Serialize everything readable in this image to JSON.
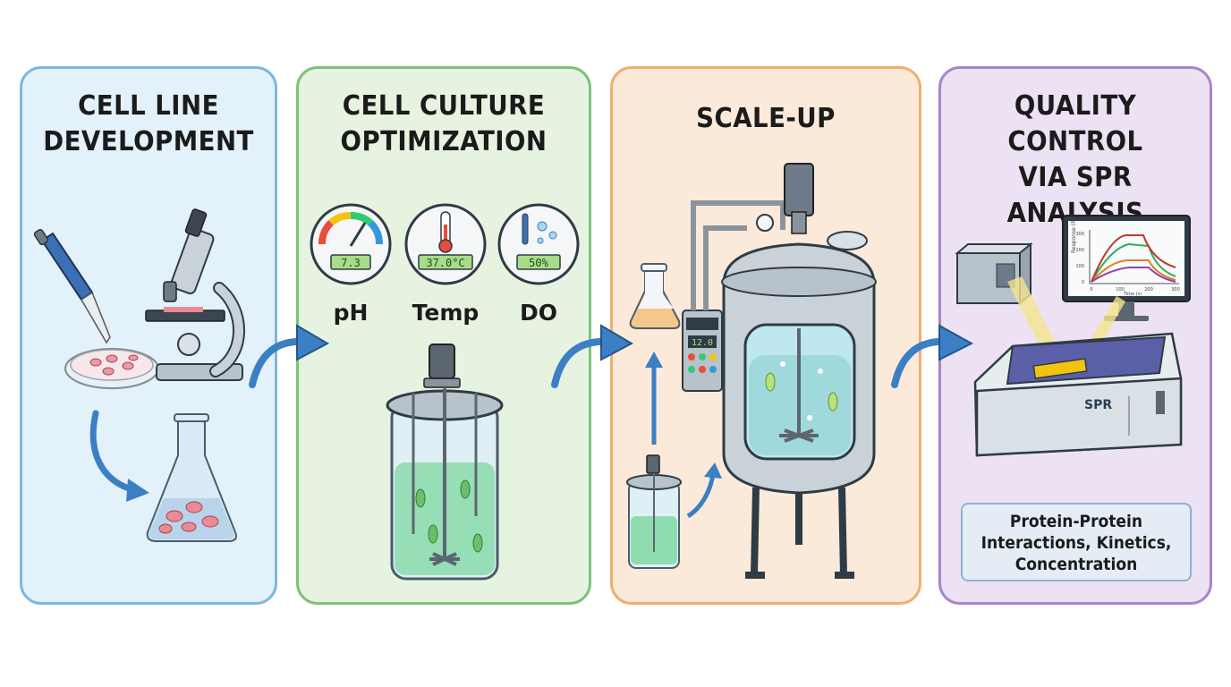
{
  "panels": [
    {
      "title_lines": [
        "CELL LINE",
        "DEVELOPMENT"
      ],
      "color": "#e3f1fb",
      "border": "#7db7de"
    },
    {
      "title_lines": [
        "CELL CULTURE",
        "OPTIMIZATION"
      ],
      "color": "#e6f3e0",
      "border": "#7fc07a"
    },
    {
      "title_lines": [
        "SCALE-UP"
      ],
      "color": "#fbead9",
      "border": "#efae6f"
    },
    {
      "title_lines": [
        "QUALITY CONTROL",
        "VIA SPR ANALYSIS"
      ],
      "color": "#ece2f3",
      "border": "#a985c9"
    }
  ],
  "gauges": [
    {
      "label": "pH",
      "reading": "7.3",
      "icon": "gauge-needle-icon"
    },
    {
      "label": "Temp",
      "reading": "37.0°C",
      "icon": "thermometer-icon"
    },
    {
      "label": "DO",
      "reading": "50%",
      "icon": "oxygen-probe-icon"
    }
  ],
  "control_panel_display": "12.0",
  "monitor": {
    "y_axis_label": "Response (RU)",
    "x_axis_label": "Time (s)",
    "y_ticks": [
      "300",
      "200",
      "100",
      "0"
    ],
    "x_ticks": [
      "0",
      "100",
      "200",
      "300"
    ]
  },
  "instrument_label": "SPR",
  "qc_lines": [
    "Protein-Protein",
    "Interactions, Kinetics,",
    "Concentration"
  ],
  "arrow_color": "#3b7fc4"
}
